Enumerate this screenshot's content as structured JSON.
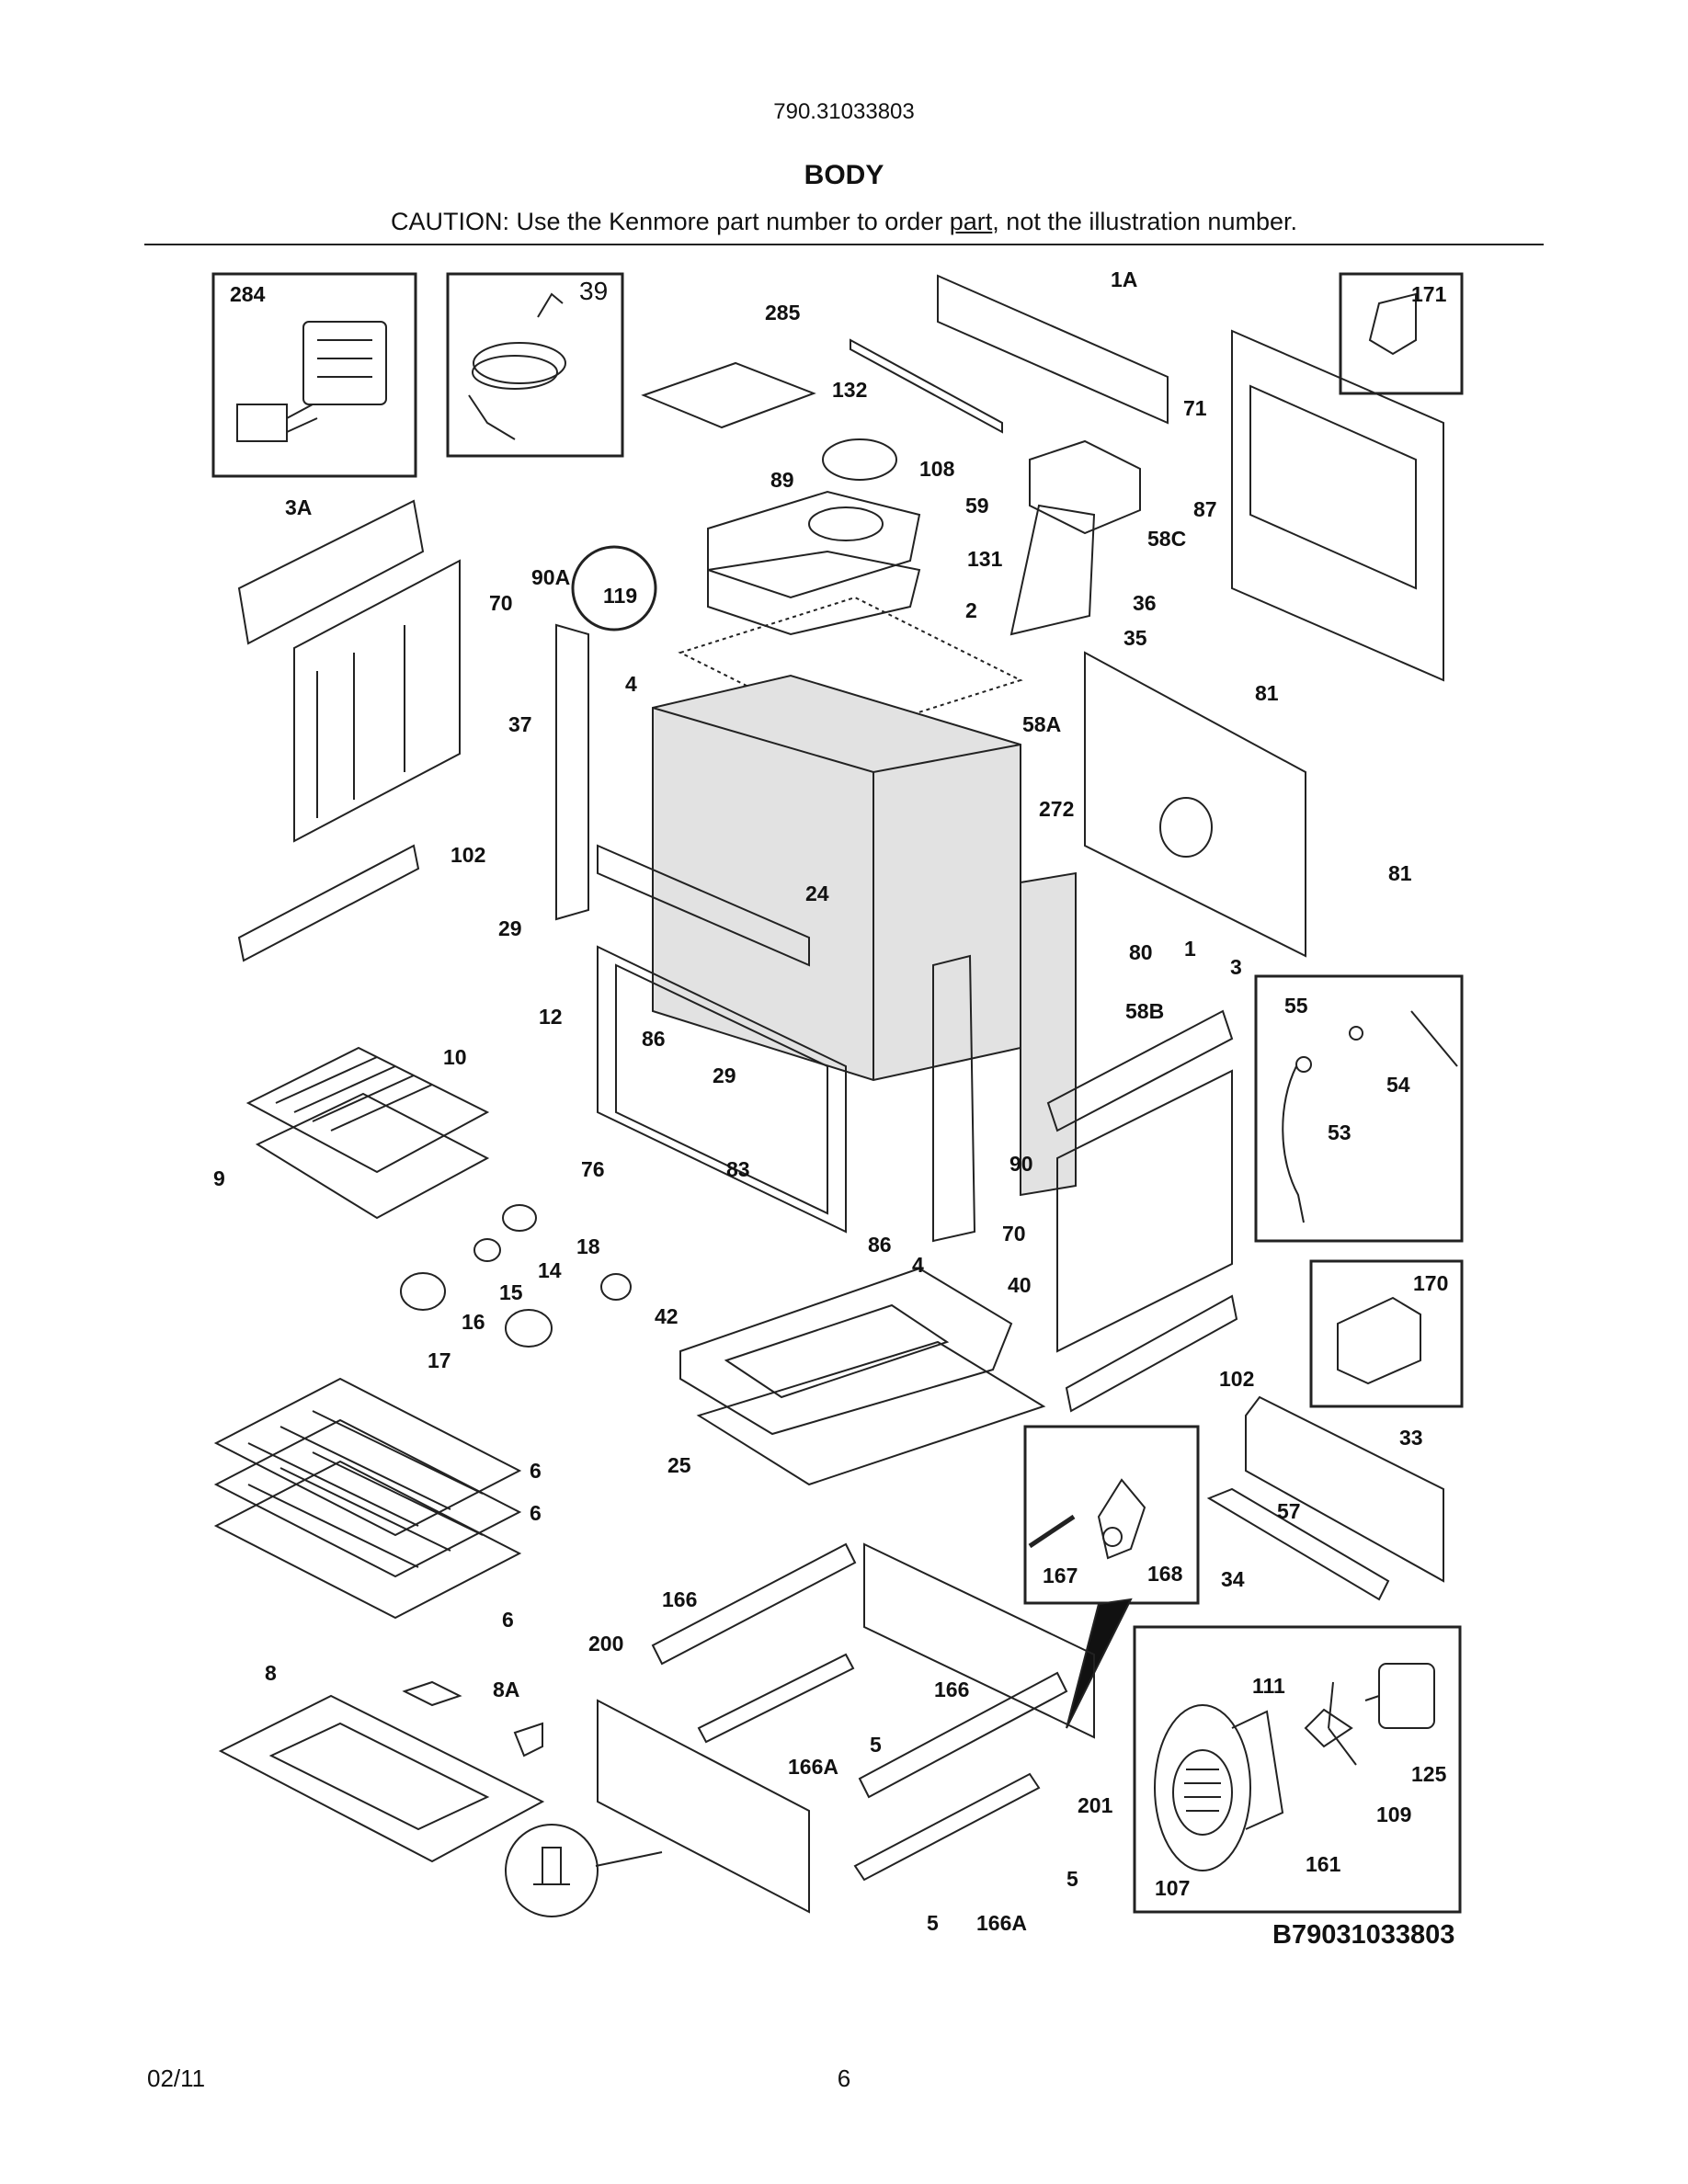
{
  "header": {
    "model_number": "790.31033803",
    "section_title": "BODY",
    "caution_pre": "CAUTION: Use the Kenmore part number to order ",
    "caution_link": "part",
    "caution_post": ", not the illustration number."
  },
  "diagram": {
    "code": "B79031033803",
    "callouts": [
      "284",
      "39",
      "285",
      "132",
      "1A",
      "171",
      "71",
      "108",
      "89",
      "3A",
      "59",
      "58C",
      "87",
      "131",
      "90A",
      "119",
      "70",
      "2",
      "36",
      "35",
      "4",
      "81",
      "37",
      "58A",
      "272",
      "102",
      "24",
      "81",
      "29",
      "80",
      "1",
      "12",
      "86",
      "3",
      "55",
      "58B",
      "10",
      "29",
      "54",
      "53",
      "9",
      "76",
      "83",
      "90",
      "86",
      "70",
      "4",
      "18",
      "14",
      "40",
      "15",
      "42",
      "170",
      "16",
      "17",
      "102",
      "25",
      "33",
      "6",
      "6",
      "57",
      "167",
      "168",
      "34",
      "6",
      "166",
      "200",
      "166",
      "8",
      "8A",
      "5",
      "111",
      "166A",
      "125",
      "201",
      "109",
      "5",
      "161",
      "107",
      "5",
      "166A"
    ]
  },
  "footer": {
    "date": "02/11",
    "page": "6"
  }
}
